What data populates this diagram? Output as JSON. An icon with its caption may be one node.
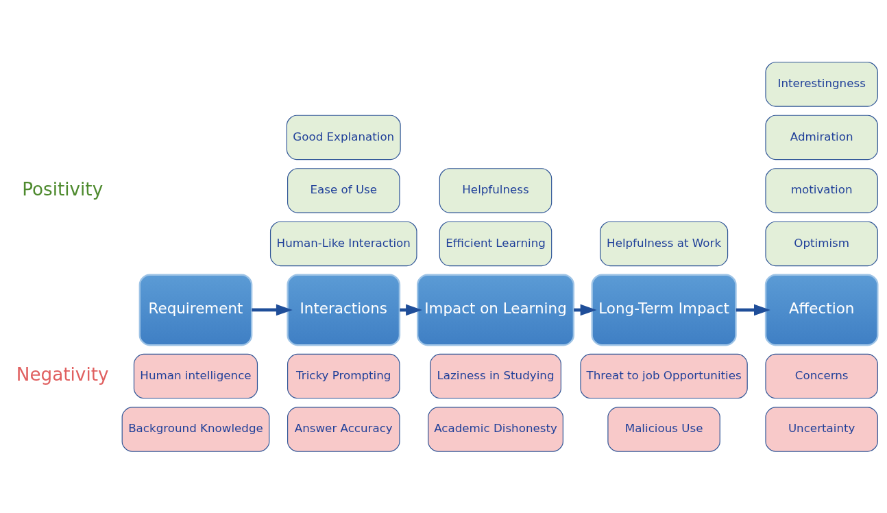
{
  "diagram": {
    "nodes": [
      {
        "text": [
          "Interestingness"
        ]
      },
      {
        "text": [
          "Good Explanation"
        ]
      },
      {
        "text": [
          "Admiration"
        ]
      },
      {
        "text": [
          "Ease of Use"
        ]
      },
      {
        "text": [
          "Helpfulness"
        ]
      },
      {
        "text": [
          "motivation"
        ]
      },
      {
        "text": [
          "Human-Like Interaction"
        ]
      },
      {
        "text": [
          "Efficient Learning"
        ]
      },
      {
        "text": [
          "Helpfulness at Work"
        ]
      },
      {
        "text": [
          "Optimism"
        ]
      },
      {
        "text": [
          "Requirement"
        ]
      },
      {
        "text": [
          "Interactions"
        ]
      },
      {
        "text": [
          "Impact on Learning"
        ]
      },
      {
        "text": [
          "Long-Term Impact"
        ]
      },
      {
        "text": [
          "Affection"
        ]
      },
      {
        "text": [
          "Human intelligence"
        ]
      },
      {
        "text": [
          "Tricky Prompting"
        ]
      },
      {
        "text": [
          "Laziness in Studying"
        ]
      },
      {
        "text": [
          "Threat to job Opportunities"
        ]
      },
      {
        "text": [
          "Concerns"
        ]
      },
      {
        "text": [
          "Background Knowledge"
        ]
      },
      {
        "text": [
          "Answer Accuracy"
        ]
      },
      {
        "text": [
          "Academic Dishonesty"
        ]
      },
      {
        "text": [
          "Malicious Use"
        ]
      },
      {
        "text": [
          "Uncertainty"
        ]
      }
    ],
    "edges": [
      {
        "from": 10,
        "to": 11,
        "arrow": "to"
      },
      {
        "from": 11,
        "to": 12,
        "arrow": "to"
      },
      {
        "from": 12,
        "to": 13,
        "arrow": "to"
      },
      {
        "from": 13,
        "to": 14,
        "arrow": "to"
      }
    ],
    "labels": [
      "Positivity",
      "Negativity"
    ]
  }
}
